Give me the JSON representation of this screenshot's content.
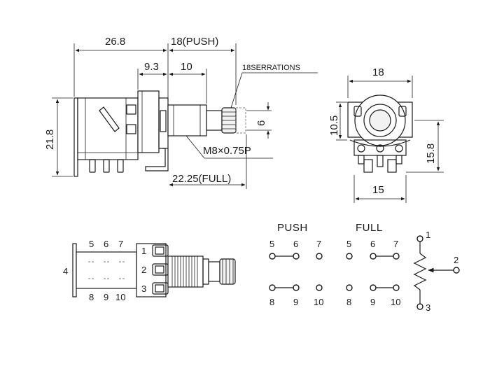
{
  "dimensions": {
    "body_length": "26.8",
    "push_length": "18(PUSH)",
    "bushing_offset": "9.3",
    "bushing_length": "10",
    "serrations": "18SERRATIONS",
    "shaft_dia": "6",
    "height": "21.8",
    "thread": "M8×0.75P",
    "full_length": "22.25(FULL)",
    "front_width": "18",
    "front_center_height": "10.5",
    "front_height": "15.8",
    "front_base_width": "15"
  },
  "bottom_view": {
    "side_pin": "4",
    "top_pins": [
      "5",
      "6",
      "7"
    ],
    "bottom_pins": [
      "8",
      "9",
      "10"
    ],
    "terminal_pins": [
      "1",
      "2",
      "3"
    ]
  },
  "switch": {
    "push_label": "PUSH",
    "full_label": "FULL",
    "push_top": [
      "5",
      "6",
      "7"
    ],
    "push_bottom": [
      "8",
      "9",
      "10"
    ],
    "full_top": [
      "5",
      "6",
      "7"
    ],
    "full_bottom": [
      "8",
      "9",
      "10"
    ]
  },
  "pot_schematic": {
    "pin1": "1",
    "pin2": "2",
    "pin3": "3"
  }
}
